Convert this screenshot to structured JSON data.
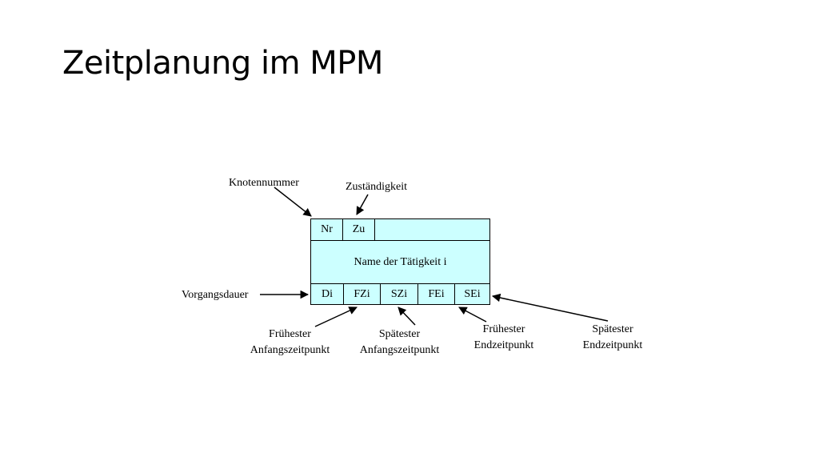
{
  "title": "Zeitplanung im MPM",
  "node": {
    "top": [
      "Nr",
      "Zu"
    ],
    "middle": "Name der Tätigkeit i",
    "bottom": [
      "Di",
      "FZi",
      "SZi",
      "FEi",
      "SEi"
    ]
  },
  "labels": {
    "knotennummer": "Knotennummer",
    "zustaendigkeit": "Zuständigkeit",
    "vorgangsdauer": "Vorgangsdauer",
    "fruehester_anfang": [
      "Frühester",
      "Anfangszeitpunkt"
    ],
    "spaetester_anfang": [
      "Spätester",
      "Anfangszeitpunkt"
    ],
    "fruehester_ende": [
      "Frühester",
      "Endzeitpunkt"
    ],
    "spaetester_ende": [
      "Spätester",
      "Endzeitpunkt"
    ]
  },
  "colors": {
    "node_fill": "#ccffff",
    "line": "#000000"
  }
}
